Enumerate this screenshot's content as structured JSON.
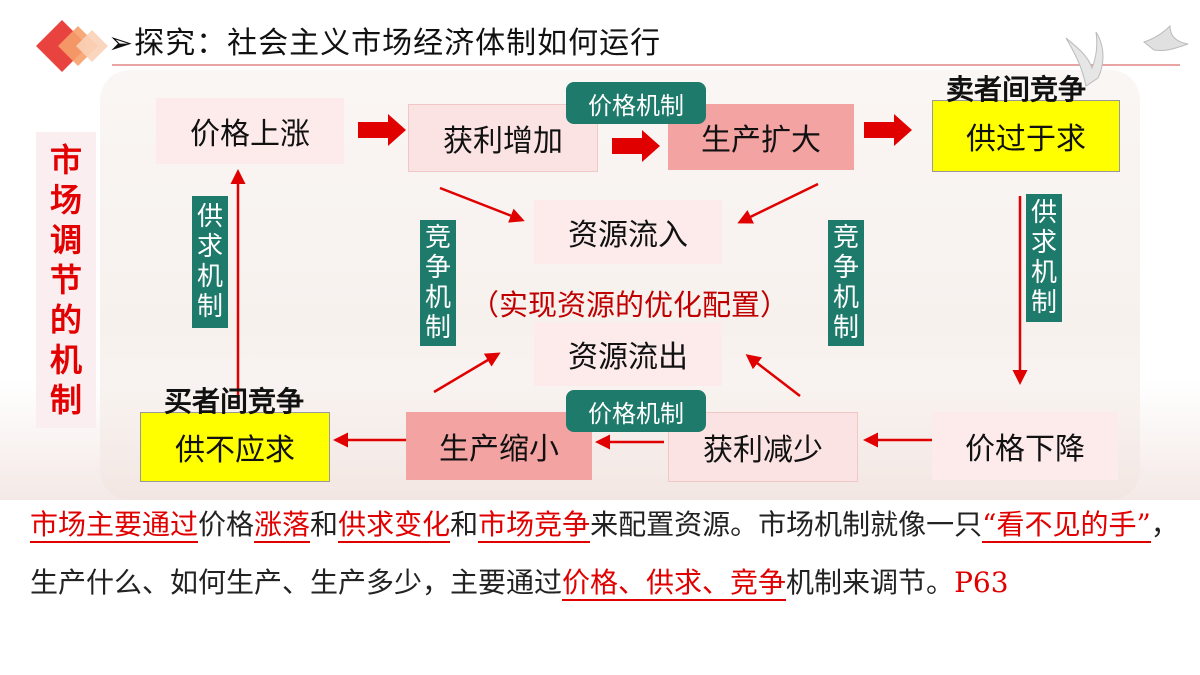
{
  "title": "➢探究：社会主义市场经济体制如何运行",
  "sidebar_label": [
    "市",
    "场",
    "调",
    "节",
    "的",
    "机",
    "制"
  ],
  "boxes": {
    "price_rise": "价格上涨",
    "profit_increase": "获利增加",
    "production_expand": "生产扩大",
    "supply_exceeds": "供过于求",
    "resource_in": "资源流入",
    "resource_out": "资源流出",
    "price_fall": "价格下降",
    "profit_decrease": "获利减少",
    "production_shrink": "生产缩小",
    "supply_short": "供不应求"
  },
  "labels": {
    "seller_competition": "卖者间竞争",
    "buyer_competition": "买者间竞争",
    "optimal_allocation": "（实现资源的优化配置）"
  },
  "badges": {
    "price_mechanism_top": "价格机制",
    "price_mechanism_bottom": "价格机制",
    "supply_demand_left": [
      "供",
      "求",
      "机",
      "制"
    ],
    "supply_demand_right": [
      "供",
      "求",
      "机",
      "制"
    ],
    "competition_left": [
      "竞",
      "争",
      "机",
      "制"
    ],
    "competition_right": [
      "竞",
      "争",
      "机",
      "制"
    ]
  },
  "paragraph": {
    "s1": "市场主要通过",
    "s2": "价格",
    "s3": "涨落",
    "s4": "和",
    "s5": "供求变化",
    "s6": "和",
    "s7": "市场竞争",
    "s8": "来配置资源。市场机制就像一只",
    "s9": "“看不见的手”",
    "s10": "，生产什么、如何生产、生产多少，主要通过",
    "s11": "价格、供求、",
    "s12": "竞争",
    "s13": "机制来调节。",
    "s14": "P63"
  },
  "colors": {
    "accent_red": "#e00000",
    "badge_teal": "#1e7a6a",
    "highlight_yellow": "#ffff00",
    "salmon": "#f4a3a3",
    "pink": "#fbe3e3"
  }
}
